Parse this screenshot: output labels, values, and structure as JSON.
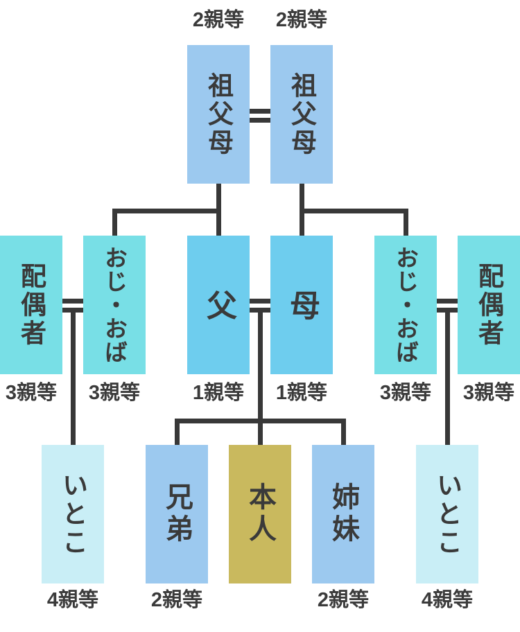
{
  "diagram": {
    "description": "Japanese kinship degree chart (shinto / 親等) family tree",
    "line_color": "#383838",
    "text_color": "#3a3a3a",
    "palette": {
      "grandparent_sibling_blue": "#9cc9ef",
      "parent_sky_blue": "#6ecdee",
      "relative_teal": "#78dfe6",
      "cousin_pale_cyan": "#c9eef6",
      "self_gold": "#c9b95e"
    },
    "nodes": [
      {
        "id": "grandparents-left",
        "label": "祖父母",
        "degree": "2親等",
        "color": "#9cc9ef"
      },
      {
        "id": "grandparents-right",
        "label": "祖父母",
        "degree": "2親等",
        "color": "#9cc9ef"
      },
      {
        "id": "spouse-left",
        "label": "配偶者",
        "degree": "3親等",
        "color": "#78dfe6"
      },
      {
        "id": "uncle-aunt-left",
        "label": "おじ・おば",
        "degree": "3親等",
        "color": "#78dfe6"
      },
      {
        "id": "father",
        "label": "父",
        "degree": "1親等",
        "color": "#6ecdee"
      },
      {
        "id": "mother",
        "label": "母",
        "degree": "1親等",
        "color": "#6ecdee"
      },
      {
        "id": "uncle-aunt-right",
        "label": "おじ・おば",
        "degree": "3親等",
        "color": "#78dfe6"
      },
      {
        "id": "spouse-right",
        "label": "配偶者",
        "degree": "3親等",
        "color": "#78dfe6"
      },
      {
        "id": "cousin-left",
        "label": "いとこ",
        "degree": "4親等",
        "color": "#c9eef6"
      },
      {
        "id": "brothers",
        "label": "兄弟",
        "degree": "2親等",
        "color": "#9cc9ef"
      },
      {
        "id": "self",
        "label": "本人",
        "degree": null,
        "color": "#c9b95e"
      },
      {
        "id": "sisters",
        "label": "姉妹",
        "degree": "2親等",
        "color": "#9cc9ef"
      },
      {
        "id": "cousin-right",
        "label": "いとこ",
        "degree": "4親等",
        "color": "#c9eef6"
      }
    ],
    "connections": [
      {
        "type": "marriage",
        "between": [
          "grandparents-left",
          "grandparents-right"
        ]
      },
      {
        "type": "marriage",
        "between": [
          "spouse-left",
          "uncle-aunt-left"
        ]
      },
      {
        "type": "marriage",
        "between": [
          "father",
          "mother"
        ]
      },
      {
        "type": "marriage",
        "between": [
          "uncle-aunt-right",
          "spouse-right"
        ]
      },
      {
        "type": "parent-child",
        "from": "grandparents-left",
        "to": [
          "uncle-aunt-left",
          "father"
        ]
      },
      {
        "type": "parent-child",
        "from": "grandparents-right",
        "to": [
          "mother",
          "uncle-aunt-right"
        ]
      },
      {
        "type": "parent-child",
        "from": "father+mother",
        "to": [
          "brothers",
          "self",
          "sisters"
        ]
      },
      {
        "type": "parent-child",
        "from": "spouse-left+uncle-aunt-left",
        "to": [
          "cousin-left"
        ]
      },
      {
        "type": "parent-child",
        "from": "uncle-aunt-right+spouse-right",
        "to": [
          "cousin-right"
        ]
      }
    ]
  }
}
